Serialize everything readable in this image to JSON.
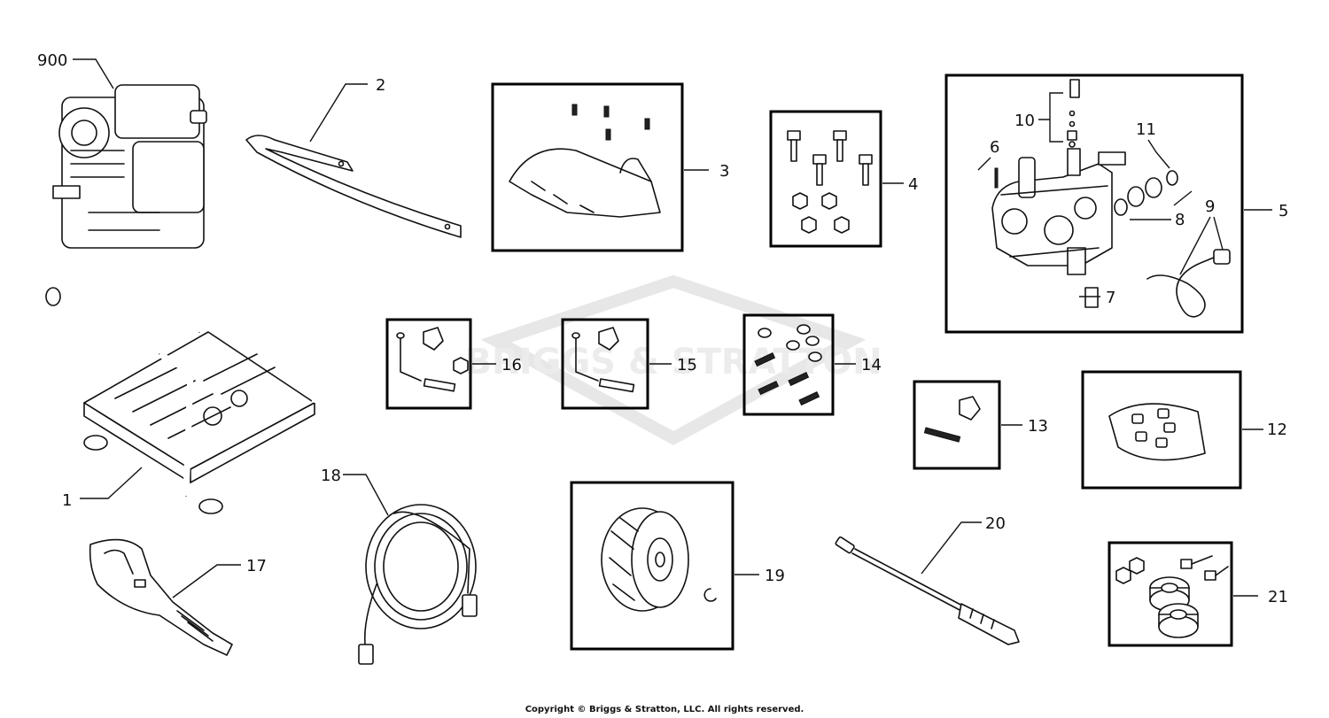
{
  "watermark": "BRIGGS & STRATTON",
  "copyright": "Copyright © Briggs & Stratton, LLC. All rights reserved.",
  "callouts": {
    "c900": "900",
    "c1": "1",
    "c2": "2",
    "c3": "3",
    "c4": "4",
    "c5": "5",
    "c6": "6",
    "c7": "7",
    "c8": "8",
    "c9": "9",
    "c10": "10",
    "c11": "11",
    "c12": "12",
    "c13": "13",
    "c14": "14",
    "c15": "15",
    "c16": "16",
    "c17": "17",
    "c18": "18",
    "c19": "19",
    "c20": "20",
    "c21": "21"
  }
}
